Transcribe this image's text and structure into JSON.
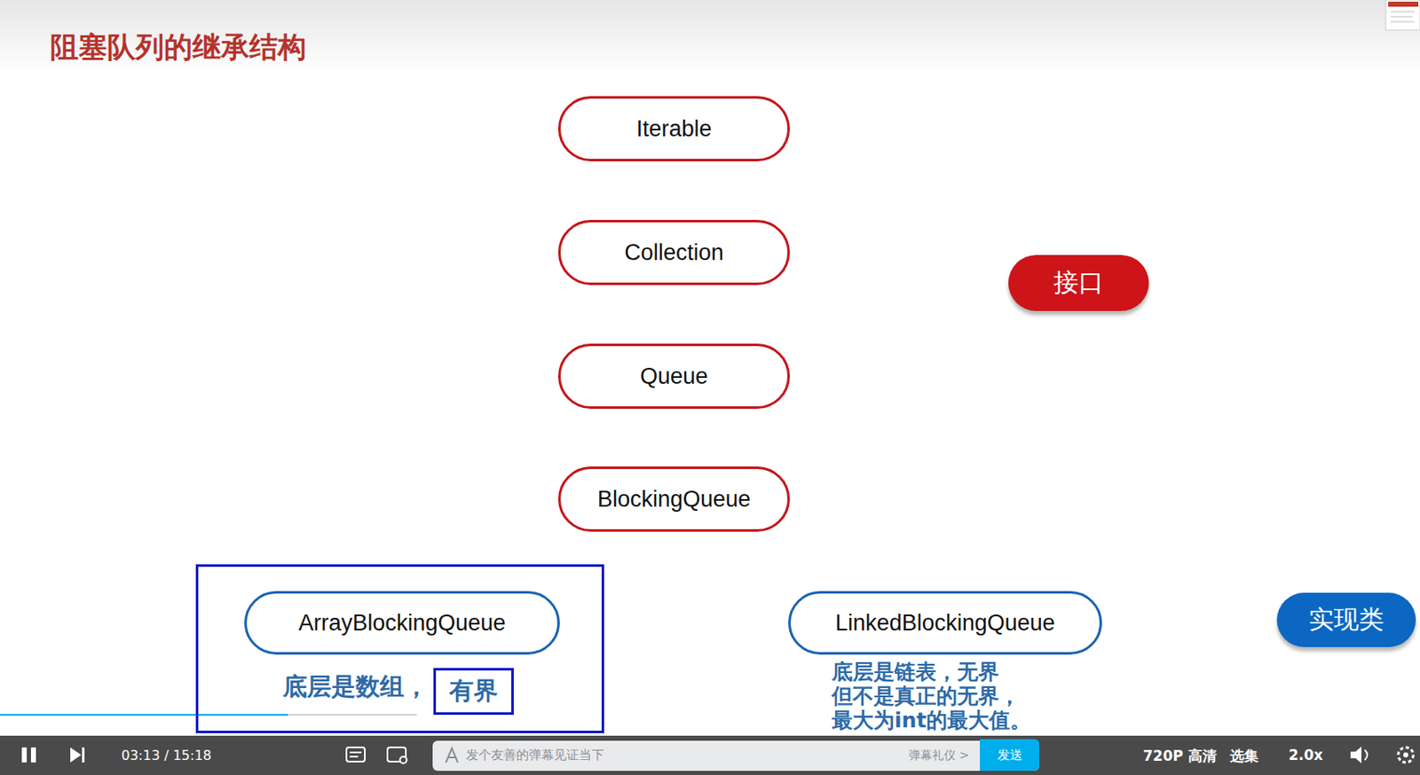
{
  "diagram": {
    "title": "阻塞队列的继承结构",
    "nodes": [
      {
        "text": [
          "Iterable"
        ]
      },
      {
        "text": [
          "Collection"
        ]
      },
      {
        "text": [
          "接口"
        ]
      },
      {
        "text": [
          "Queue"
        ]
      },
      {
        "text": [
          "BlockingQueue"
        ]
      },
      {
        "text": [
          "底层是数组，"
        ]
      },
      {
        "text": [
          "ArrayBlockingQueue"
        ],
        "in": 5
      },
      {
        "text": [
          "有界"
        ],
        "in": 5
      },
      {
        "text": [
          "LinkedBlockingQueue"
        ]
      },
      {
        "text": [
          "实现类"
        ]
      },
      {
        "text": [
          "发送"
        ]
      }
    ],
    "labels": [
      "底层是链表，无界 但不是真正的无界， 最大为int的最大值。",
      "03:13 / 15:18",
      "发个友善的弹幕见证当下",
      "弹幕礼仪 >",
      "720P 高清",
      "选集",
      "2.0x"
    ]
  }
}
